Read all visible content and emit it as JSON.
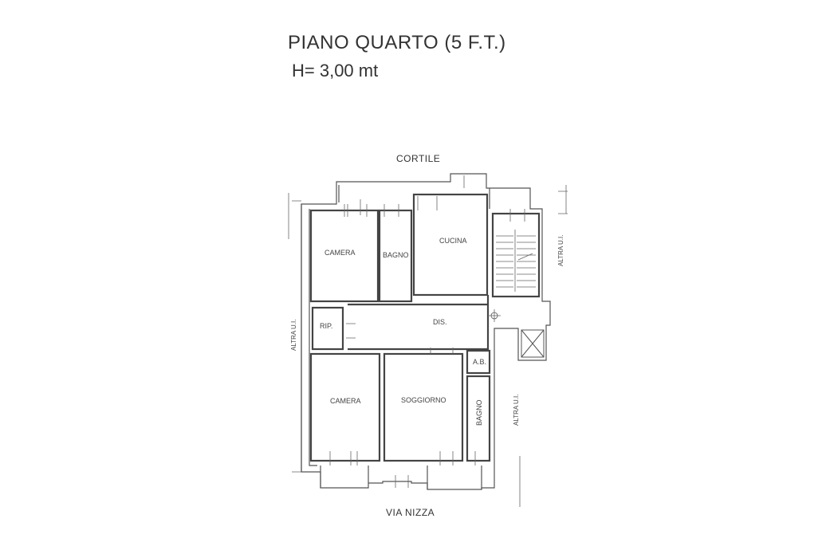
{
  "header": {
    "title": "PIANO QUARTO (5 F.T.)",
    "height": "H= 3,00 mt"
  },
  "orientation": {
    "north": "CORTILE",
    "south": "VIA NIZZA"
  },
  "rooms": {
    "camera_top": "CAMERA",
    "bagno_top": "BAGNO",
    "cucina": "CUCINA",
    "rip": "RIP.",
    "dis": "DIS.",
    "ab": "A.B.",
    "camera_bottom": "CAMERA",
    "soggiorno": "SOGGIORNO",
    "bagno_bottom": "BAGNO"
  },
  "adjacent": {
    "left": "ALTRA U.I.",
    "right_top": "ALTRA U.I.",
    "right_bottom": "ALTRA U.I."
  }
}
